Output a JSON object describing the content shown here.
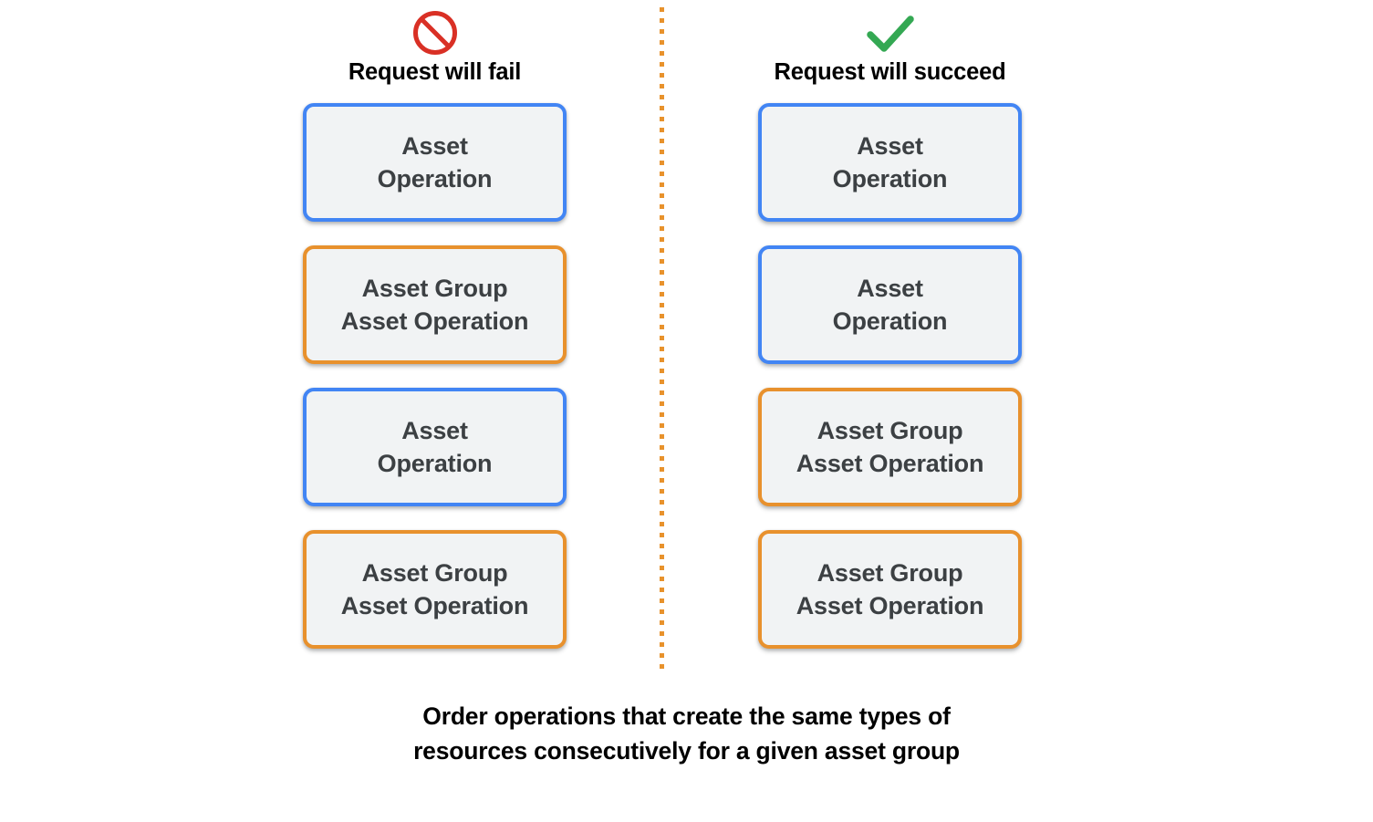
{
  "diagram": {
    "caption": "Order operations that create the same types of\nresources consecutively for a given asset group",
    "divider_color": "#e8922c",
    "colors": {
      "blue": "#4285f4",
      "orange": "#e8912d",
      "card_fill": "#f1f3f4",
      "card_text": "#3c4043",
      "fail_icon": "#d93025",
      "success_icon": "#34a853"
    },
    "columns": [
      {
        "id": "fail",
        "icon": "prohibition-icon",
        "header": "Request will fail",
        "cards": [
          {
            "type": "asset",
            "color": "blue",
            "text": "Asset\nOperation"
          },
          {
            "type": "asset-group",
            "color": "orange",
            "text": "Asset Group\nAsset Operation"
          },
          {
            "type": "asset",
            "color": "blue",
            "text": "Asset\nOperation"
          },
          {
            "type": "asset-group",
            "color": "orange",
            "text": "Asset Group\nAsset Operation"
          }
        ]
      },
      {
        "id": "succeed",
        "icon": "checkmark-icon",
        "header": "Request will succeed",
        "cards": [
          {
            "type": "asset",
            "color": "blue",
            "text": "Asset\nOperation"
          },
          {
            "type": "asset",
            "color": "blue",
            "text": "Asset\nOperation"
          },
          {
            "type": "asset-group",
            "color": "orange",
            "text": "Asset Group\nAsset Operation"
          },
          {
            "type": "asset-group",
            "color": "orange",
            "text": "Asset Group\nAsset Operation"
          }
        ]
      }
    ]
  }
}
